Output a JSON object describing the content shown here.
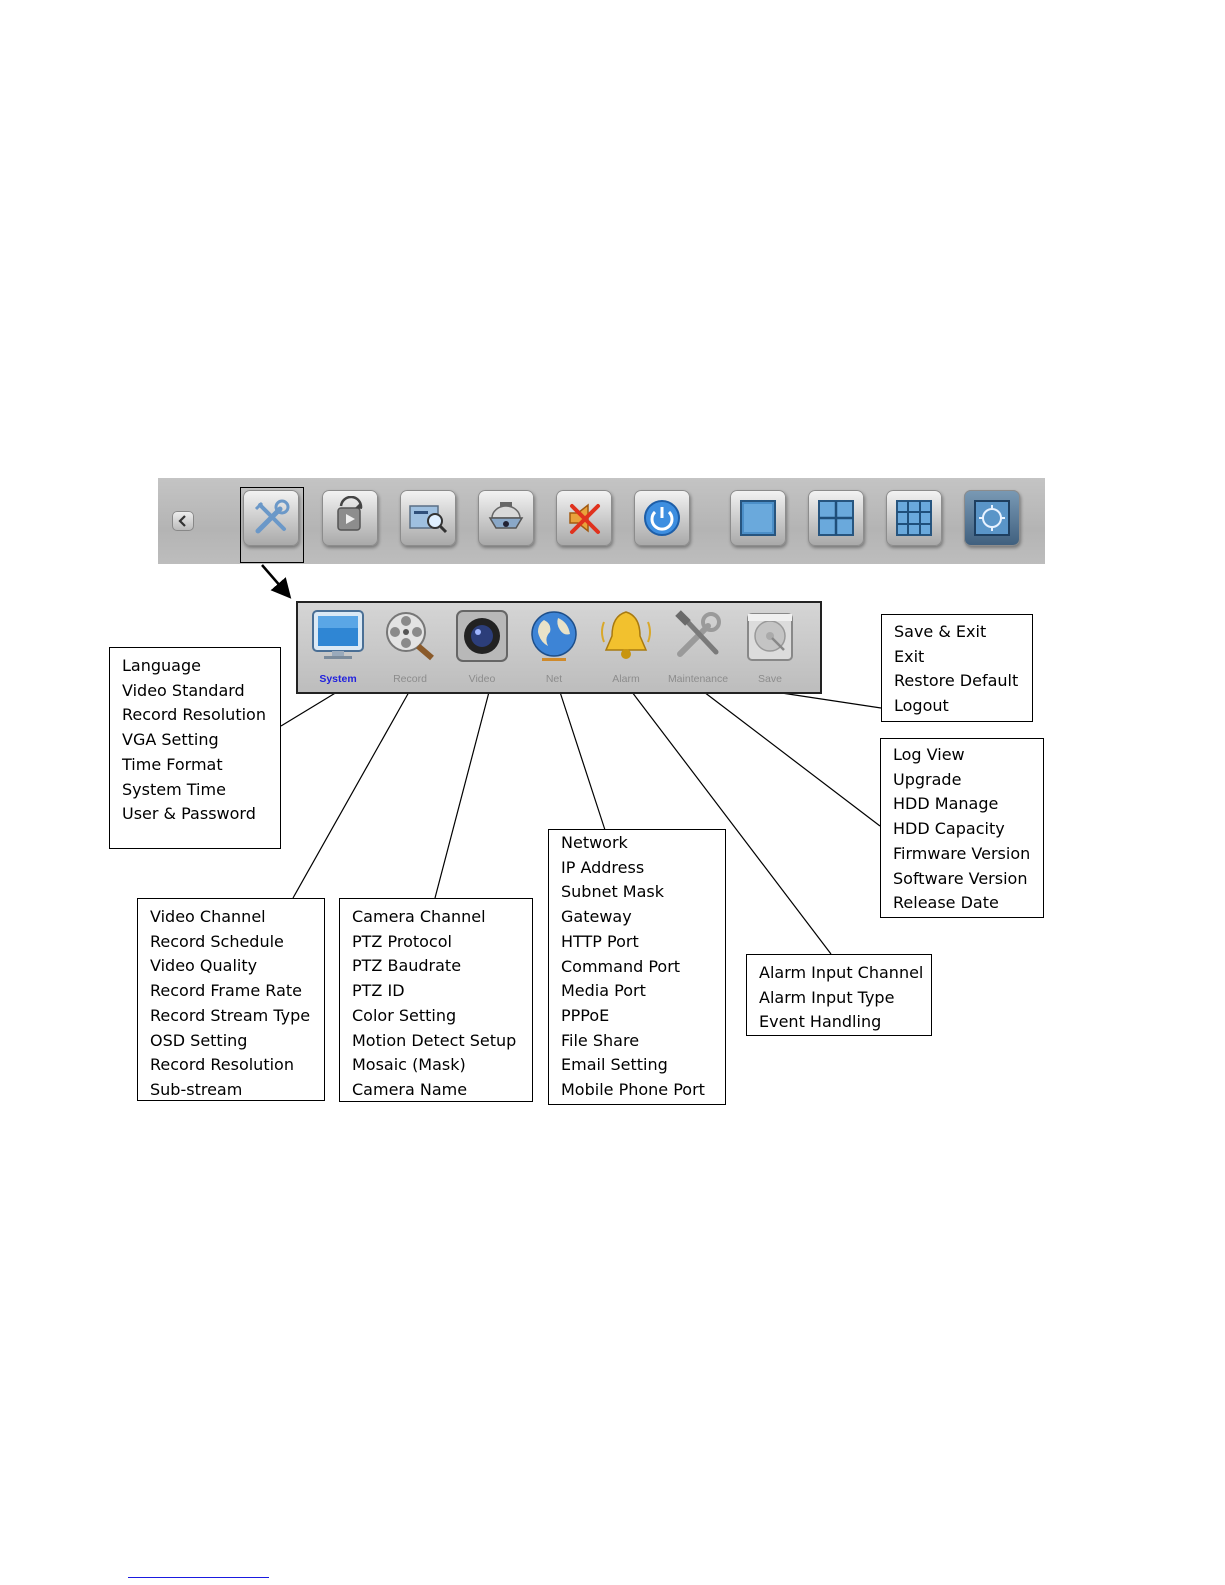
{
  "toolbar": {
    "buttons": [
      {
        "name": "back-button",
        "icon": "chevron-left-icon"
      },
      {
        "name": "menu-button",
        "icon": "tools-icon",
        "selected": true
      },
      {
        "name": "playback-button",
        "icon": "playback-icon"
      },
      {
        "name": "search-button",
        "icon": "search-icon"
      },
      {
        "name": "ptz-button",
        "icon": "dome-camera-icon"
      },
      {
        "name": "mute-button",
        "icon": "mute-icon"
      },
      {
        "name": "power-button",
        "icon": "power-icon"
      },
      {
        "name": "layout-1-button",
        "icon": "single-view-icon"
      },
      {
        "name": "layout-4-button",
        "icon": "quad-view-icon"
      },
      {
        "name": "layout-9-button",
        "icon": "nine-view-icon"
      },
      {
        "name": "fullscreen-button",
        "icon": "fullscreen-icon"
      }
    ]
  },
  "submenu": {
    "items": [
      {
        "label": "System",
        "icon": "monitor-icon",
        "active": true
      },
      {
        "label": "Record",
        "icon": "film-reel-icon"
      },
      {
        "label": "Video",
        "icon": "camera-lens-icon"
      },
      {
        "label": "Net",
        "icon": "globe-icon"
      },
      {
        "label": "Alarm",
        "icon": "bell-icon"
      },
      {
        "label": "Maintenance",
        "icon": "wrench-hammer-icon"
      },
      {
        "label": "Save",
        "icon": "hard-drive-icon"
      }
    ]
  },
  "callouts": {
    "system": [
      "Language",
      "Video Standard",
      "Record Resolution",
      "VGA Setting",
      "Time Format",
      "System Time",
      "User & Password"
    ],
    "record": [
      "Video Channel",
      "Record Schedule",
      "Video Quality",
      "Record Frame Rate",
      "Record Stream Type",
      "OSD Setting",
      "Record Resolution",
      "Sub-stream"
    ],
    "video": [
      "Camera Channel",
      "PTZ Protocol",
      "PTZ Baudrate",
      "PTZ ID",
      "Color Setting",
      "Motion Detect Setup",
      "Mosaic (Mask)",
      "Camera Name"
    ],
    "net": [
      "Network",
      "IP Address",
      "Subnet Mask",
      "Gateway",
      "HTTP Port",
      "Command Port",
      "Media Port",
      "PPPoE",
      "File Share",
      "Email Setting",
      "Mobile Phone Port"
    ],
    "alarm": [
      "Alarm Input Channel",
      "Alarm Input Type",
      "Event Handling"
    ],
    "maintenance": [
      "Log View",
      "Upgrade",
      "HDD Manage",
      "HDD Capacity",
      "Firmware Version",
      "Software Version",
      "Release Date"
    ],
    "save": [
      "Save & Exit",
      "Exit",
      "Restore Default",
      "Logout"
    ]
  },
  "colors": {
    "toolbar_bg": "#bcbcbc",
    "active_label": "#2222dd",
    "inactive_label": "#8c8c8c"
  }
}
